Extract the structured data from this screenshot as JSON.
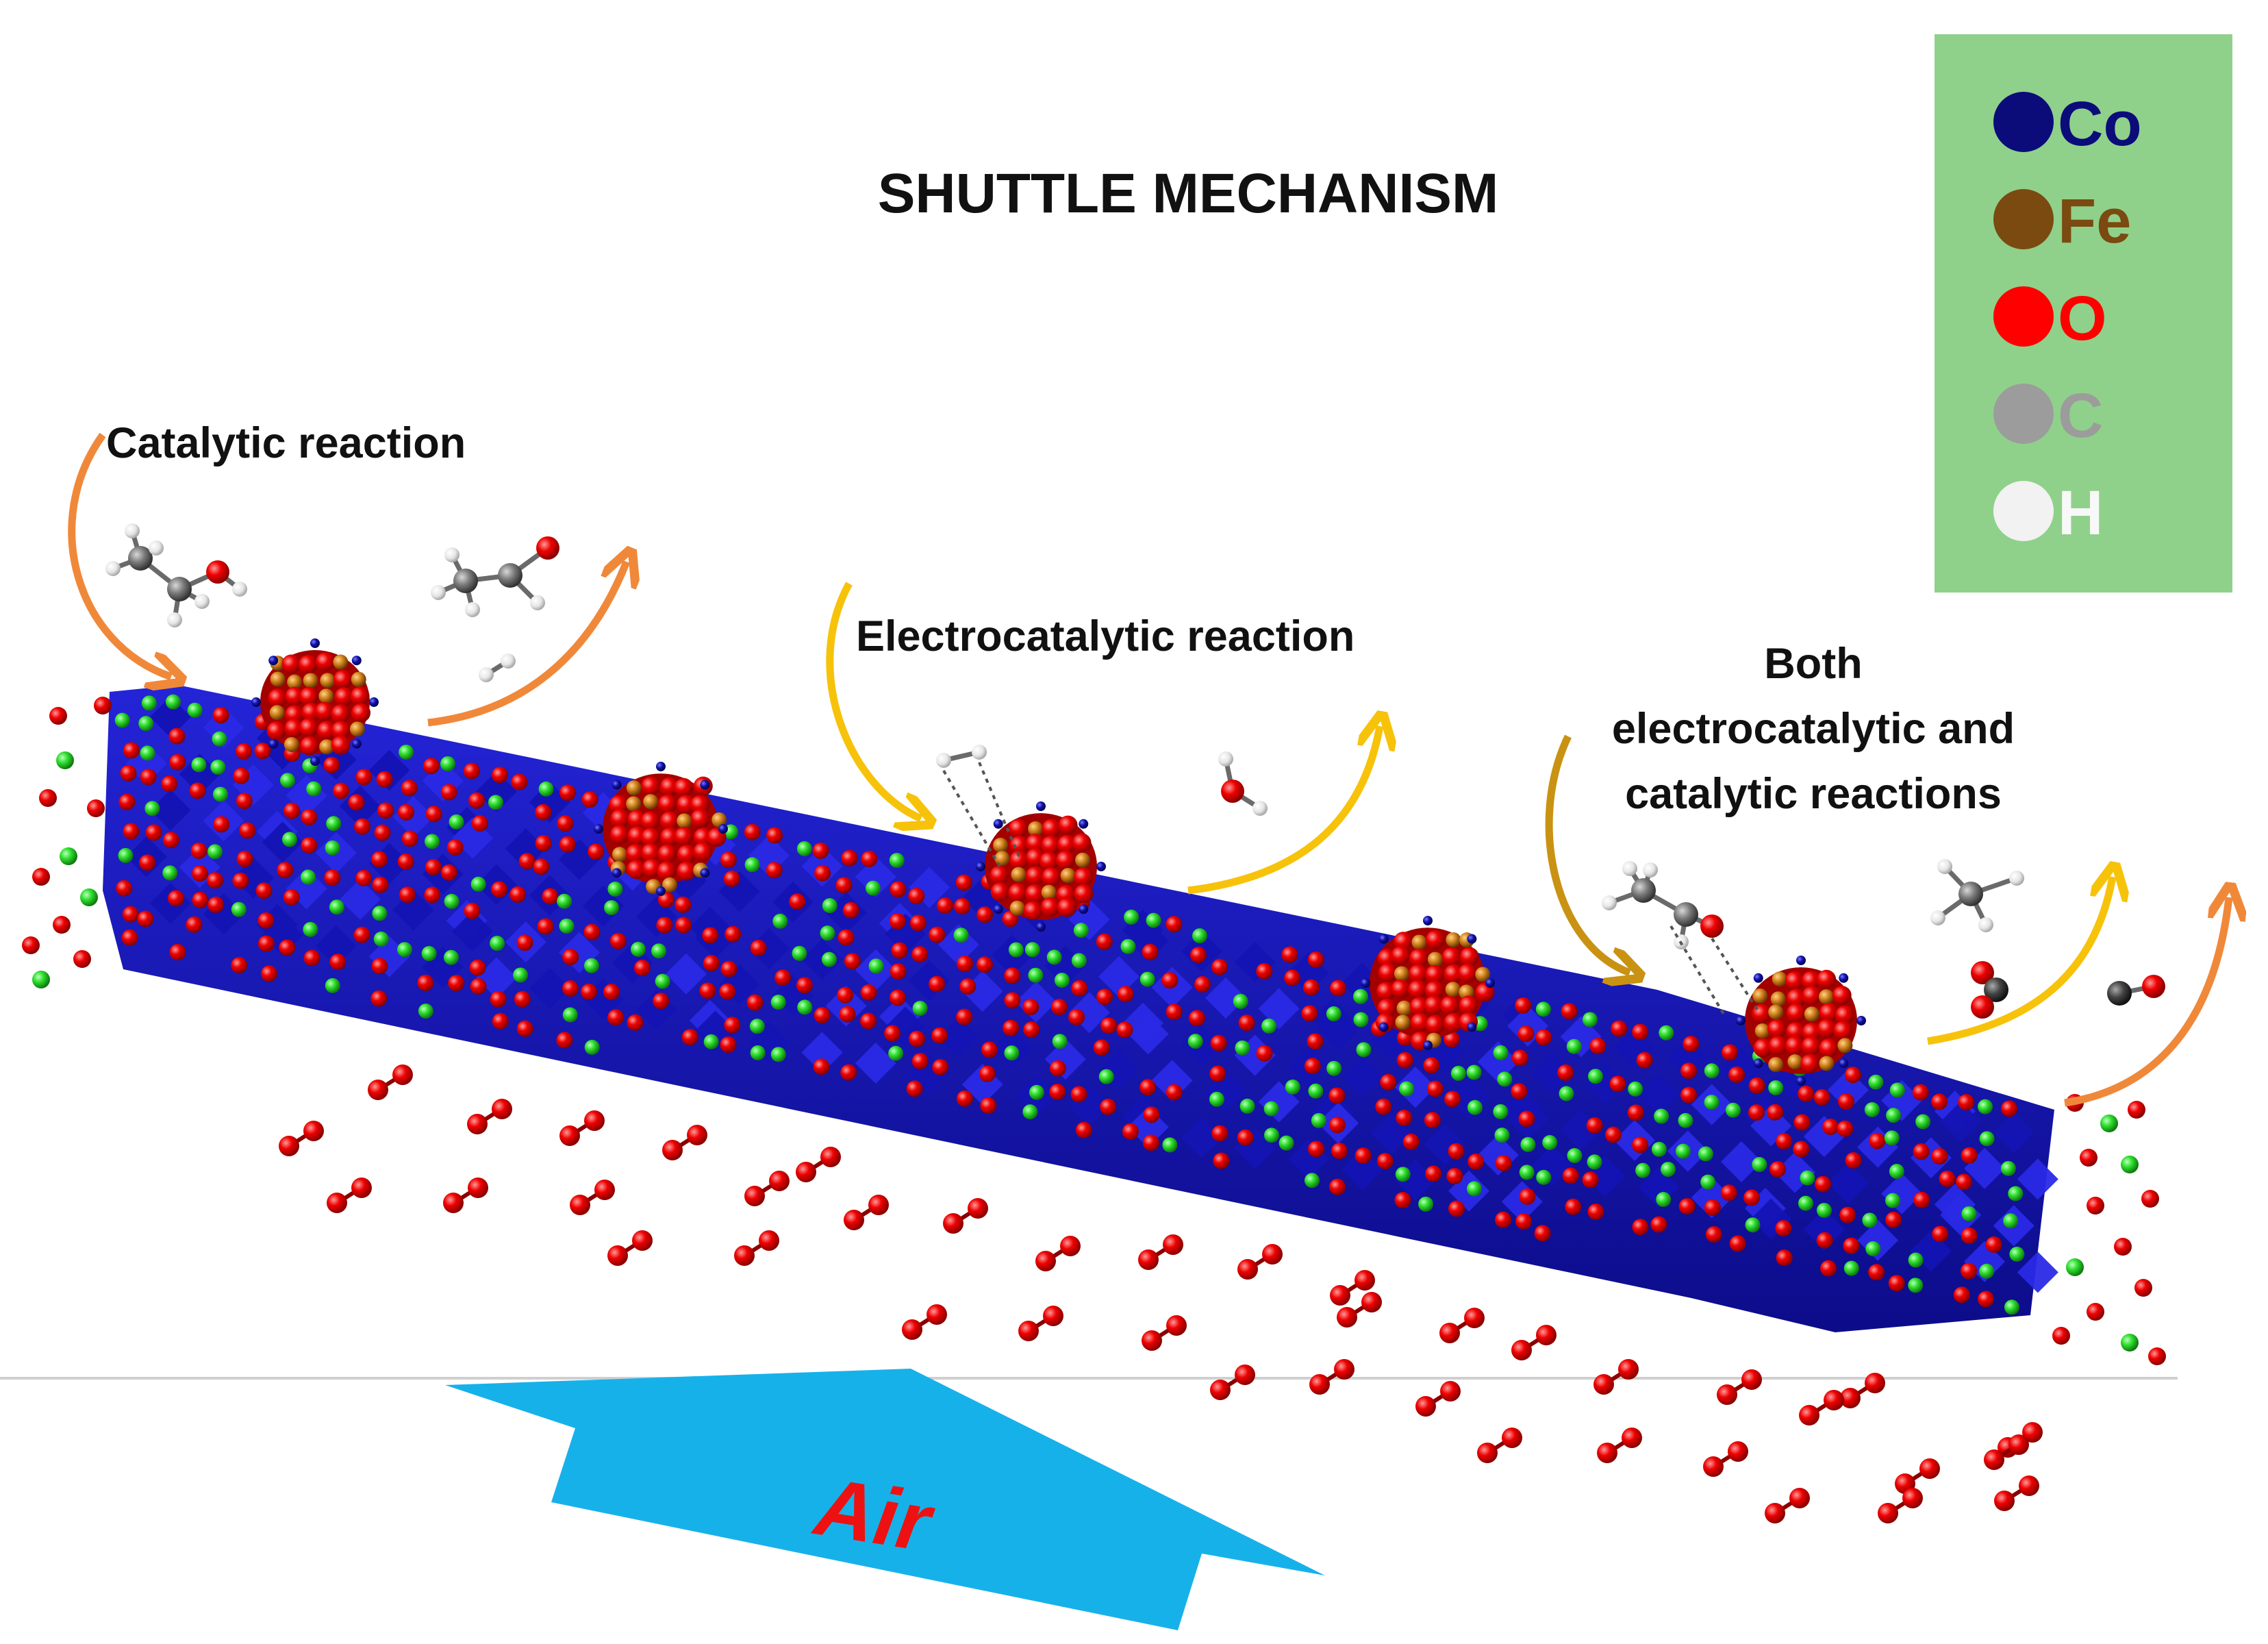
{
  "title": "SHUTTLE MECHANISM",
  "labels": {
    "catalytic": "Catalytic reaction",
    "electrocatalytic": "Electrocatalytic reaction",
    "both": [
      "Both",
      "electrocatalytic and",
      "catalytic reactions"
    ],
    "air": "Air"
  },
  "legend": {
    "background": "#8fd18a",
    "items": [
      {
        "symbol": "Co",
        "color": "#0b0c7a",
        "text_color": "#0b0c7a"
      },
      {
        "symbol": "Fe",
        "color": "#7a4a10",
        "text_color": "#7a4a10"
      },
      {
        "symbol": "O",
        "color": "#ff0000",
        "text_color": "#ff0000"
      },
      {
        "symbol": "C",
        "color": "#9c9c9c",
        "text_color": "#9c9c9c"
      },
      {
        "symbol": "H",
        "color": "#f2f2f2",
        "text_color": "#f8f8f8"
      }
    ]
  },
  "colors": {
    "cobalt": "#1a1acc",
    "oxygen": "#e80000",
    "green_atom": "#22dd22",
    "iron": "#c77a1a",
    "arrow_orange": "#f0883a",
    "arrow_yellow": "#f7c20a",
    "arrow_gold": "#c99212",
    "air_arrow": "#17b1ea",
    "air_text": "#ee1111"
  }
}
